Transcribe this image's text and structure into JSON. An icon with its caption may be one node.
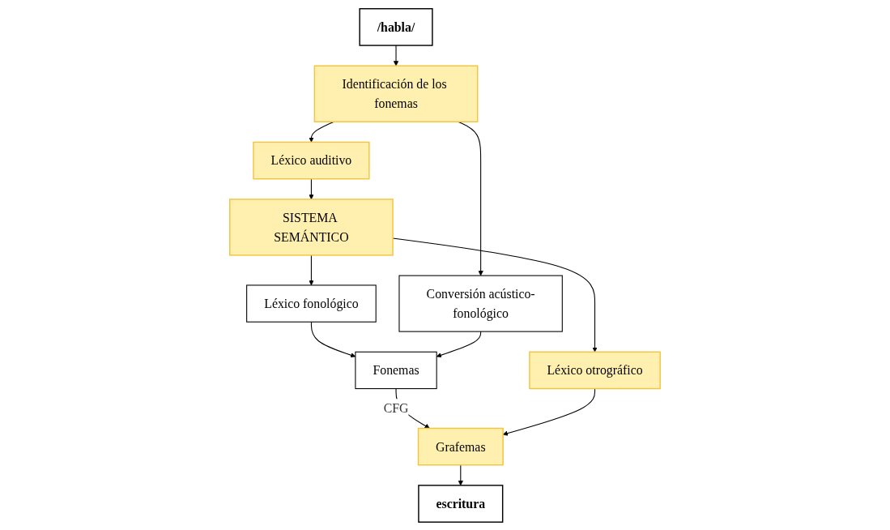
{
  "diagram": {
    "nodes": [
      {
        "text": [
          "/habla/"
        ]
      },
      {
        "text": [
          "Identificación de los fonemas"
        ]
      },
      {
        "text": [
          "Léxico auditivo"
        ]
      },
      {
        "text": [
          "SISTEMA SEMÁNTICO"
        ]
      },
      {
        "text": [
          "Conversión acústico-fonológico"
        ]
      },
      {
        "text": [
          "Léxico fonológico"
        ]
      },
      {
        "text": [
          "Léxico otrográfico"
        ]
      },
      {
        "text": [
          "Fonemas"
        ]
      },
      {
        "text": [
          "Grafemas"
        ]
      },
      {
        "text": [
          "escritura"
        ]
      }
    ],
    "edges": [
      {
        "from": 0,
        "to": 1,
        "arrow": "to"
      },
      {
        "from": 1,
        "to": 2,
        "arrow": "to"
      },
      {
        "from": 1,
        "to": 4,
        "arrow": "to"
      },
      {
        "from": 2,
        "to": 3,
        "arrow": "to"
      },
      {
        "from": 3,
        "to": 5,
        "arrow": "to"
      },
      {
        "from": 3,
        "to": 6,
        "arrow": "to"
      },
      {
        "from": 5,
        "to": 7,
        "arrow": "to"
      },
      {
        "from": 4,
        "to": 7,
        "arrow": "to"
      },
      {
        "from": 7,
        "to": 8,
        "label": "CFG",
        "arrow": "to"
      },
      {
        "from": 6,
        "to": 8,
        "arrow": "to"
      },
      {
        "from": 8,
        "to": 9,
        "arrow": "to"
      }
    ]
  }
}
